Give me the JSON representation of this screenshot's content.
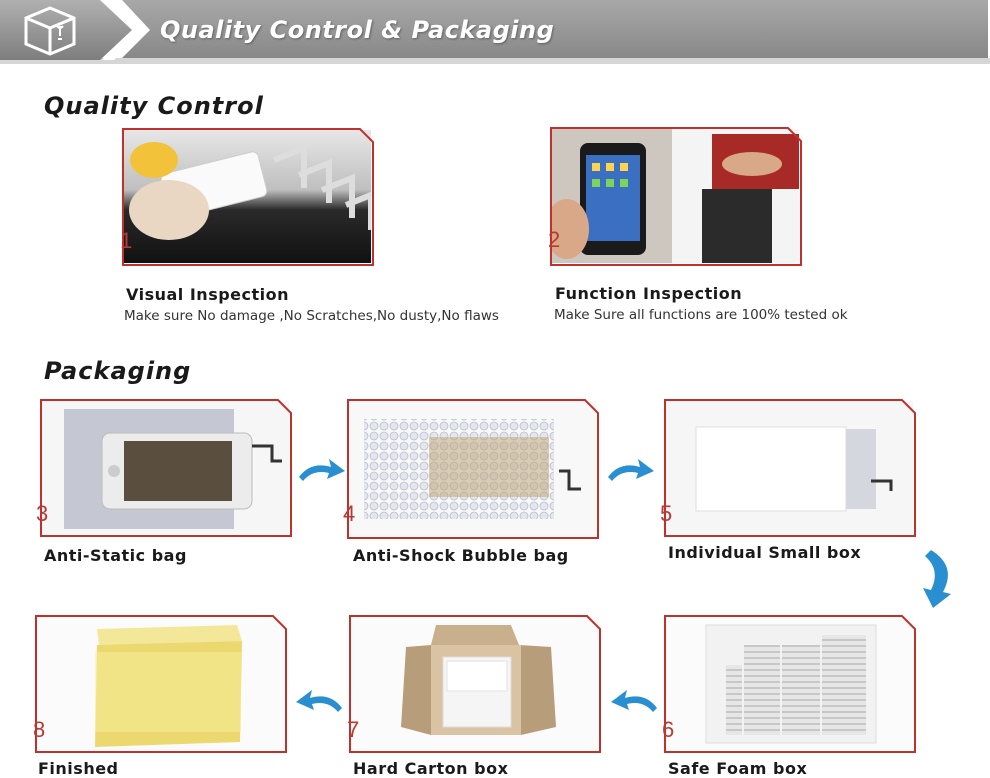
{
  "header": {
    "title": "Quality Control & Packaging",
    "icon": "fragile-box-icon"
  },
  "colors": {
    "frame": "#c0302c",
    "banner": "#9a9a9a",
    "number": "#b83a34",
    "arrow": "#2a8fd0"
  },
  "quality_control": {
    "title": "Quality Control",
    "steps": [
      {
        "number": "1",
        "title": "Visual  Inspection",
        "description": "Make sure No damage ,No Scratches,No dusty,No flaws"
      },
      {
        "number": "2",
        "title": "Function Inspection",
        "description": "Make Sure all functions  are 100% tested ok"
      }
    ]
  },
  "packaging": {
    "title": "Packaging",
    "steps": [
      {
        "number": "3",
        "label": "Anti-Static bag"
      },
      {
        "number": "4",
        "label": "Anti-Shock Bubble bag"
      },
      {
        "number": "5",
        "label": "Individual Small box"
      },
      {
        "number": "6",
        "label": "Safe Foam box"
      },
      {
        "number": "7",
        "label": "Hard Carton box"
      },
      {
        "number": "8",
        "label": "Finished"
      }
    ]
  }
}
